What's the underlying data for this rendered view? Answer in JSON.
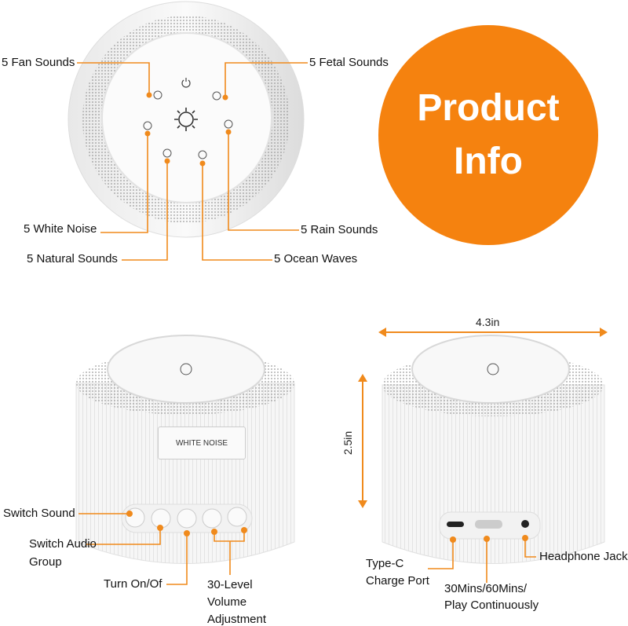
{
  "badge": {
    "line1": "Product",
    "line2": "Info",
    "color": "#f5820f"
  },
  "accent_color": "#f08a1c",
  "top_device": {
    "labels": {
      "fan": "5 Fan Sounds",
      "fetal": "5 Fetal Sounds",
      "white_noise": "5 White Noise",
      "rain": "5 Rain Sounds",
      "natural": "5 Natural Sounds",
      "ocean": "5 Ocean Waves"
    }
  },
  "front_device": {
    "panel_label": "WHITE NOISE",
    "labels": {
      "switch_sound": "Switch Sound",
      "switch_group_1": "Switch Audio",
      "switch_group_2": "Group",
      "power": "Turn On/Of",
      "volume_1": "30-Level",
      "volume_2": "Volume",
      "volume_3": "Adjustment"
    }
  },
  "back_device": {
    "width": "4.3in",
    "height": "2.5in",
    "labels": {
      "typec_1": "Type-C",
      "typec_2": "Charge Port",
      "timer_1": "30Mins/60Mins/",
      "timer_2": "Play Continuously",
      "headphone": "Headphone Jack"
    }
  }
}
